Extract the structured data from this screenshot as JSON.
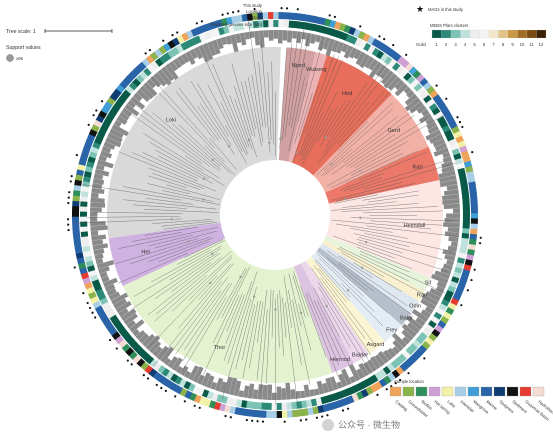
{
  "tree_scale_label": "Tree scale: 1",
  "support": {
    "title": "Support values",
    "value": "≥95"
  },
  "ring_labels": [
    "This study",
    "Location",
    "Guild",
    "Predicted genome size (Mb)"
  ],
  "mags_label": "MAGs in this study",
  "guild_legend": {
    "title": "MEBS Pfam clusters",
    "label": "Guild",
    "numbers": [
      "1",
      "2",
      "3",
      "4",
      "5",
      "6",
      "7",
      "8",
      "9",
      "10",
      "11",
      "12"
    ],
    "colors": [
      "#0a5a4a",
      "#2d8a78",
      "#7cc3b5",
      "#bfe3dc",
      "#eeeeee",
      "#f4f4f4",
      "#f3e6c8",
      "#e2c48a",
      "#c99847",
      "#a36c24",
      "#7a4a12",
      "#3a2206"
    ]
  },
  "clades": [
    {
      "name": "Njord",
      "color": "#c98f8f"
    },
    {
      "name": "Wukong",
      "color": "#e8a6a6"
    },
    {
      "name": "Hod",
      "color": "#e2553e"
    },
    {
      "name": "Gerd",
      "color": "#f0a396"
    },
    {
      "name": "Kari",
      "color": "#e8604f"
    },
    {
      "name": "Heimdall",
      "color": "#fbe3df"
    },
    {
      "name": "Sif",
      "color": "#e4f1d5"
    },
    {
      "name": "Ran",
      "color": "#f7edc6"
    },
    {
      "name": "Odin",
      "color": "#d8e2ec"
    },
    {
      "name": "Baldr",
      "color": "#a9b4c2"
    },
    {
      "name": "Frey",
      "color": "#dfe9f2"
    },
    {
      "name": "Asgard",
      "color": "#fbf3cb"
    },
    {
      "name": "Balder",
      "color": "#ead1e8"
    },
    {
      "name": "Hermod",
      "color": "#d7b9dd"
    },
    {
      "name": "Thor",
      "color": "#dff0c8"
    },
    {
      "name": "Hel",
      "color": "#c7a5dd"
    },
    {
      "name": "Loki",
      "color": "#d2d2d2"
    }
  ],
  "sample_location": {
    "title": "Sample location",
    "items": [
      {
        "label": "Catalog",
        "color": "#f0a35a"
      },
      {
        "label": "Groundwater",
        "color": "#8ab34b"
      },
      {
        "label": "Biofilm",
        "color": "#2f8f5a"
      },
      {
        "label": "Hot spring",
        "color": "#cfa0d6"
      },
      {
        "label": "Lake",
        "color": "#f3f0a8"
      },
      {
        "label": "Intertidal",
        "color": "#a8cde6"
      },
      {
        "label": "Mangrove",
        "color": "#3f9ed6"
      },
      {
        "label": "Marine",
        "color": "#2a64a8"
      },
      {
        "label": "Seagrass",
        "color": "#0f3d73"
      },
      {
        "label": "Sediment",
        "color": "#111111"
      },
      {
        "label": "Guaymas Basin",
        "color": "#e53b30"
      },
      {
        "label": "Hydrothermal",
        "color": "#f6ddd3"
      }
    ]
  },
  "watermark": "公众号 · 微生物"
}
